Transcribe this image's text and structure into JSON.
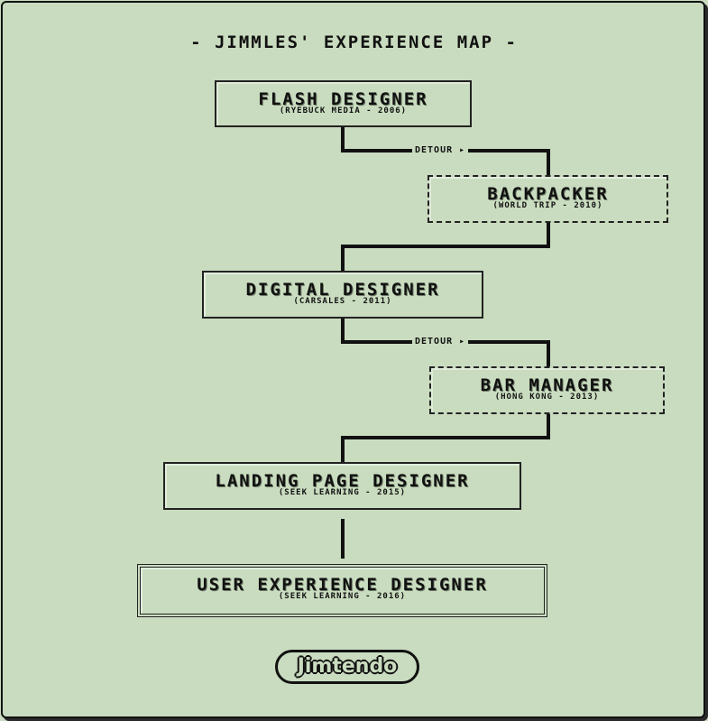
{
  "title": "- JIMMLES' EXPERIENCE MAP -",
  "nodes": [
    {
      "role": "FLASH DESIGNER",
      "meta": "(RYEBUCK MEDIA - 2006)",
      "style": "solid"
    },
    {
      "role": "BACKPACKER",
      "meta": "(WORLD TRIP - 2010)",
      "style": "dashed"
    },
    {
      "role": "DIGITAL DESIGNER",
      "meta": "(CARSALES - 2011)",
      "style": "solid"
    },
    {
      "role": "BAR MANAGER",
      "meta": "(HONG KONG - 2013)",
      "style": "dashed"
    },
    {
      "role": "LANDING PAGE DESIGNER",
      "meta": "(SEEK LEARNING - 2015)",
      "style": "solid"
    },
    {
      "role": "USER EXPERIENCE DESIGNER",
      "meta": "(SEEK LEARNING - 2016)",
      "style": "double"
    }
  ],
  "connectors": [
    {
      "label": "DETOUR ▸"
    },
    {
      "label": "DETOUR ▸"
    }
  ],
  "logo": "Jimtendo",
  "colors": {
    "background": "#c9dcbf",
    "ink": "#111111"
  }
}
